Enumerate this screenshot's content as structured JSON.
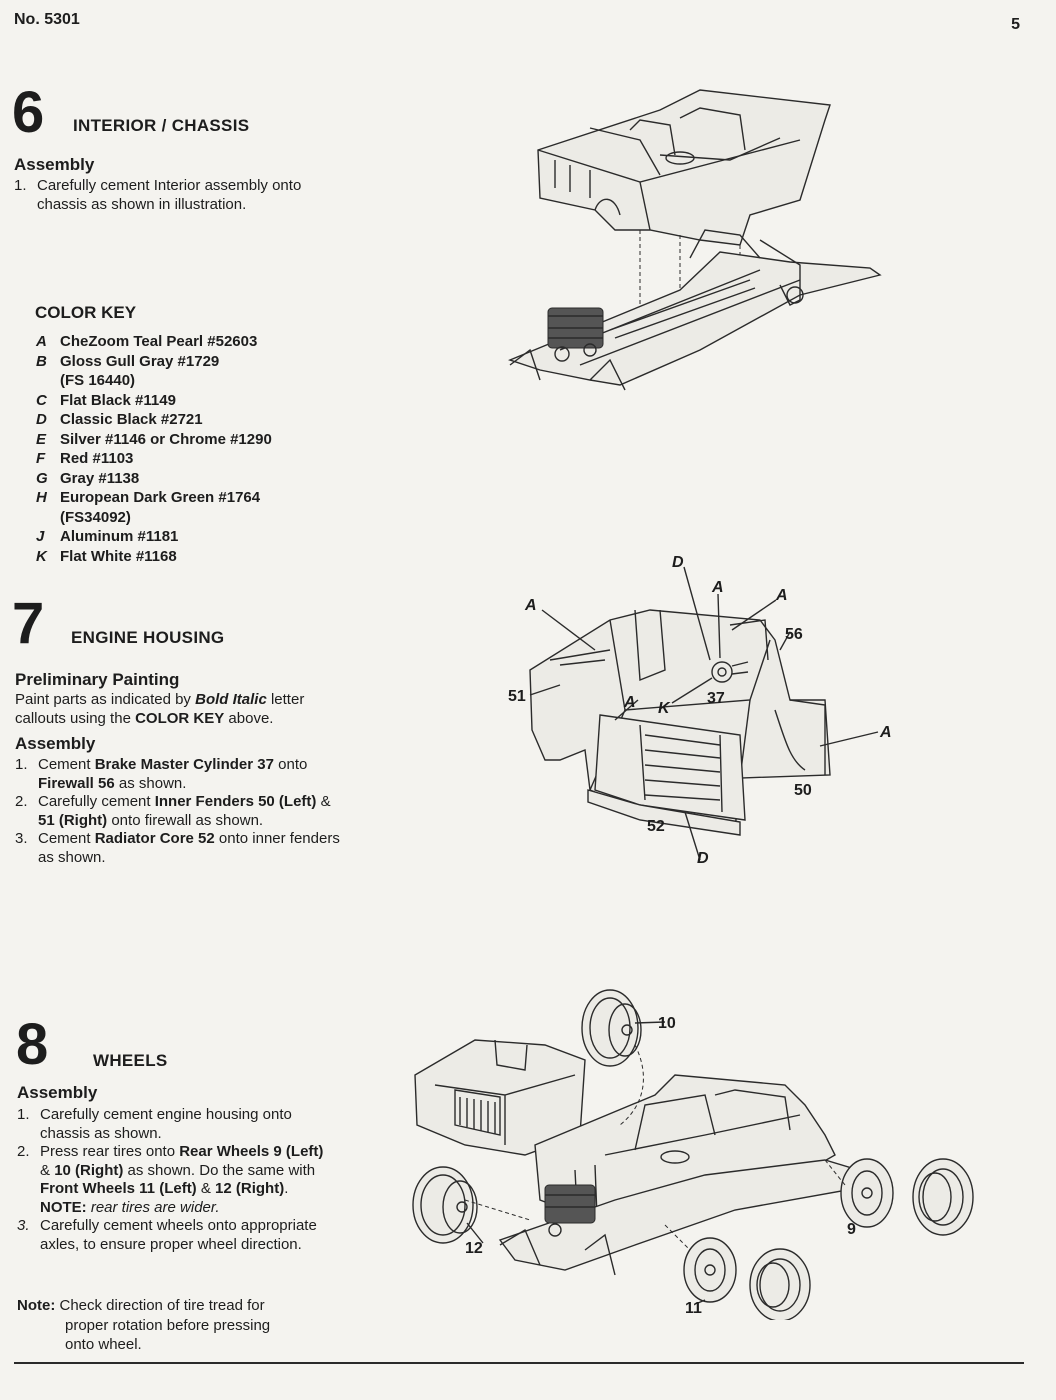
{
  "header": {
    "model_no": "No. 5301",
    "page": "5"
  },
  "step6": {
    "number": "6",
    "title": "INTERIOR / CHASSIS",
    "assembly_heading": "Assembly",
    "items": [
      {
        "n": "1.",
        "text": "Carefully cement Interior assembly onto chassis as shown in illustration."
      }
    ]
  },
  "color_key": {
    "title": "COLOR KEY",
    "entries": [
      {
        "letter": "A",
        "name": "CheZoom Teal Pearl  #52603"
      },
      {
        "letter": "B",
        "name": "Gloss Gull Gray  #1729",
        "sub": "(FS 16440)"
      },
      {
        "letter": "C",
        "name": "Flat Black  #1149"
      },
      {
        "letter": "D",
        "name": "Classic Black  #2721"
      },
      {
        "letter": "E",
        "name": "Silver  #1146 or Chrome #1290"
      },
      {
        "letter": "F",
        "name": "Red  #1103"
      },
      {
        "letter": "G",
        "name": "Gray  #1138"
      },
      {
        "letter": "H",
        "name": "European Dark Green #1764",
        "sub": "(FS34092)"
      },
      {
        "letter": "J",
        "name": "Aluminum  #1181"
      },
      {
        "letter": "K",
        "name": "Flat White  #1168"
      }
    ]
  },
  "step7": {
    "number": "7",
    "title": "ENGINE HOUSING",
    "prelim_heading": "Preliminary Painting",
    "prelim_1": "Paint parts as indicated by ",
    "prelim_bi": "Bold Italic",
    "prelim_2": " letter",
    "prelim_3": "callouts using the ",
    "prelim_ck": "COLOR KEY",
    "prelim_4": " above.",
    "assembly_heading": "Assembly",
    "items": [
      {
        "n": "1.",
        "a": "Cement ",
        "b": "Brake Master Cylinder 37",
        "c": " onto ",
        "d": "Firewall 56",
        "e": " as shown."
      },
      {
        "n": "2.",
        "a": "Carefully cement ",
        "b": "Inner Fenders 50 (Left)",
        "c": " & ",
        "d": "51 (Right)",
        "e": " onto firewall as shown."
      },
      {
        "n": "3.",
        "a": "Cement ",
        "b": "Radiator Core 52",
        "c": " onto inner fenders as shown."
      }
    ]
  },
  "step8": {
    "number": "8",
    "title": "WHEELS",
    "assembly_heading": "Assembly",
    "items": [
      {
        "n": "1.",
        "text": "Carefully cement engine housing onto chassis as shown."
      },
      {
        "n": "2.",
        "a": "Press rear tires onto ",
        "b": "Rear Wheels 9 (Left)",
        "c": " & ",
        "d": "10 (Right)",
        "e": " as shown.  Do the same with ",
        "f": "Front Wheels 11 (Left)",
        "g": " & ",
        "h": "12 (Right)",
        "i": ".  ",
        "j": "NOTE:",
        "k": " rear tires are wider."
      },
      {
        "n": "3.",
        "text": "Carefully cement wheels onto appropriate axles, to ensure proper wheel direction."
      }
    ],
    "note_label": "Note:",
    "note_text_1": "Check direction of tire tread for",
    "note_text_2": "proper rotation before pressing",
    "note_text_3": "onto wheel."
  },
  "callouts7": {
    "D_top": "D",
    "A_left": "A",
    "A_mid": "A",
    "A_right": "A",
    "n56": "56",
    "n51": "51",
    "A_inner": "A",
    "K": "K",
    "n37": "37",
    "A_side": "A",
    "n50": "50",
    "n52": "52",
    "D_bottom": "D"
  },
  "callouts8": {
    "n10": "10",
    "n12": "12",
    "n9": "9",
    "n11": "11"
  }
}
